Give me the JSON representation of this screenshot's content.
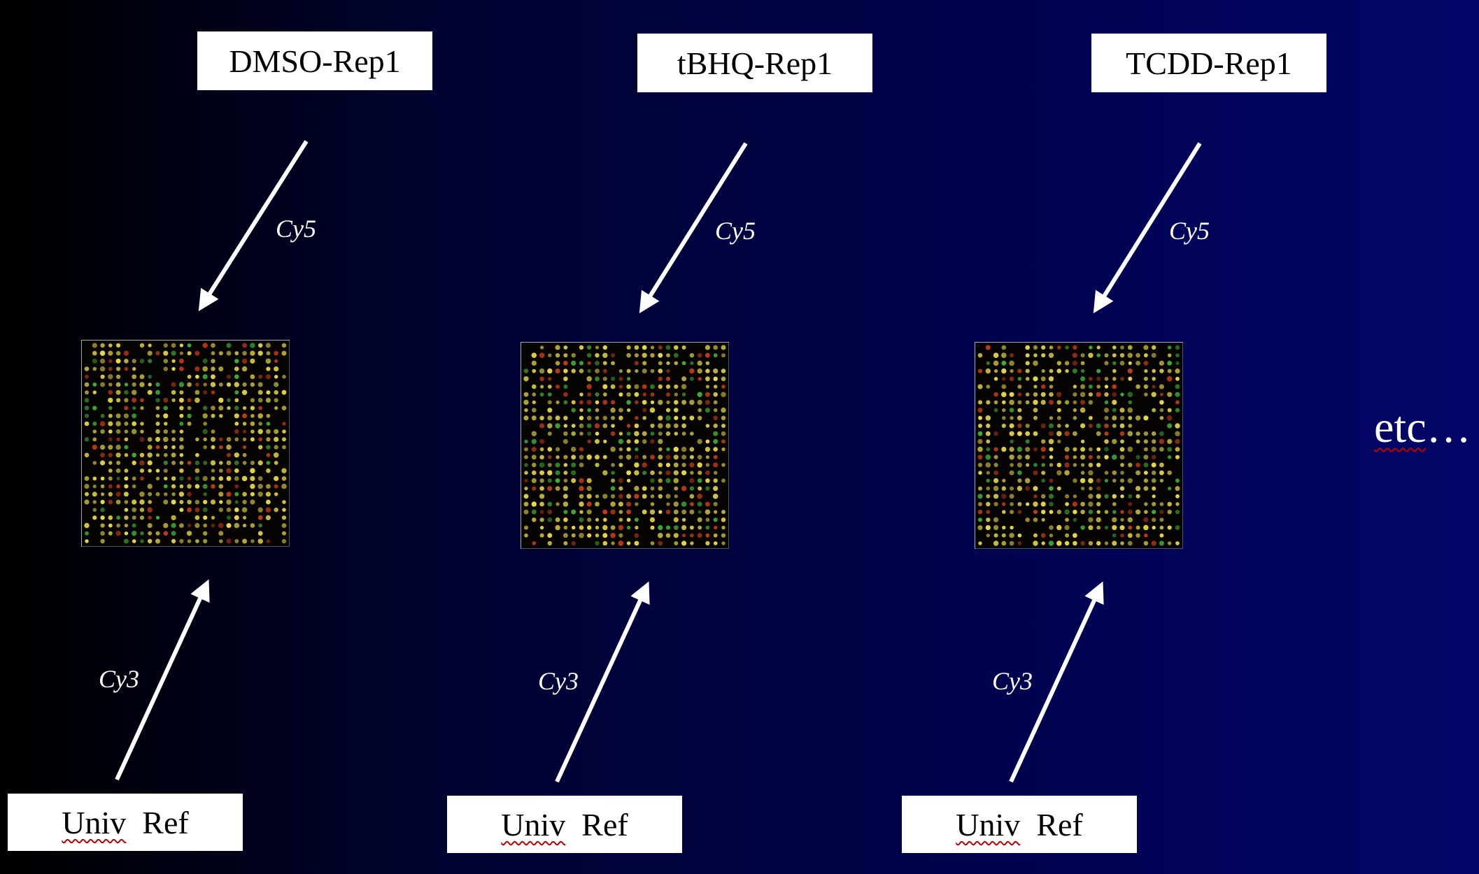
{
  "columns": [
    {
      "sample_label": "DMSO-Rep1",
      "cy5_label": "Cy5",
      "cy3_label": "Cy3",
      "reference_label": "Univ Ref"
    },
    {
      "sample_label": "tBHQ-Rep1",
      "cy5_label": "Cy5",
      "cy3_label": "Cy3",
      "reference_label": "Univ Ref"
    },
    {
      "sample_label": "TCDD-Rep1",
      "cy5_label": "Cy5",
      "cy3_label": "Cy3",
      "reference_label": "Univ Ref"
    }
  ],
  "continuation_text": "etc…",
  "colors": {
    "background_left": "#000000",
    "background_right": "#020667",
    "box_fill": "#ffffff",
    "arrow": "#ffffff",
    "spot_yellow": "#e8d84a",
    "spot_green": "#3fae3a",
    "spot_red": "#c23a1c",
    "spellcheck_underline": "#c00000"
  }
}
